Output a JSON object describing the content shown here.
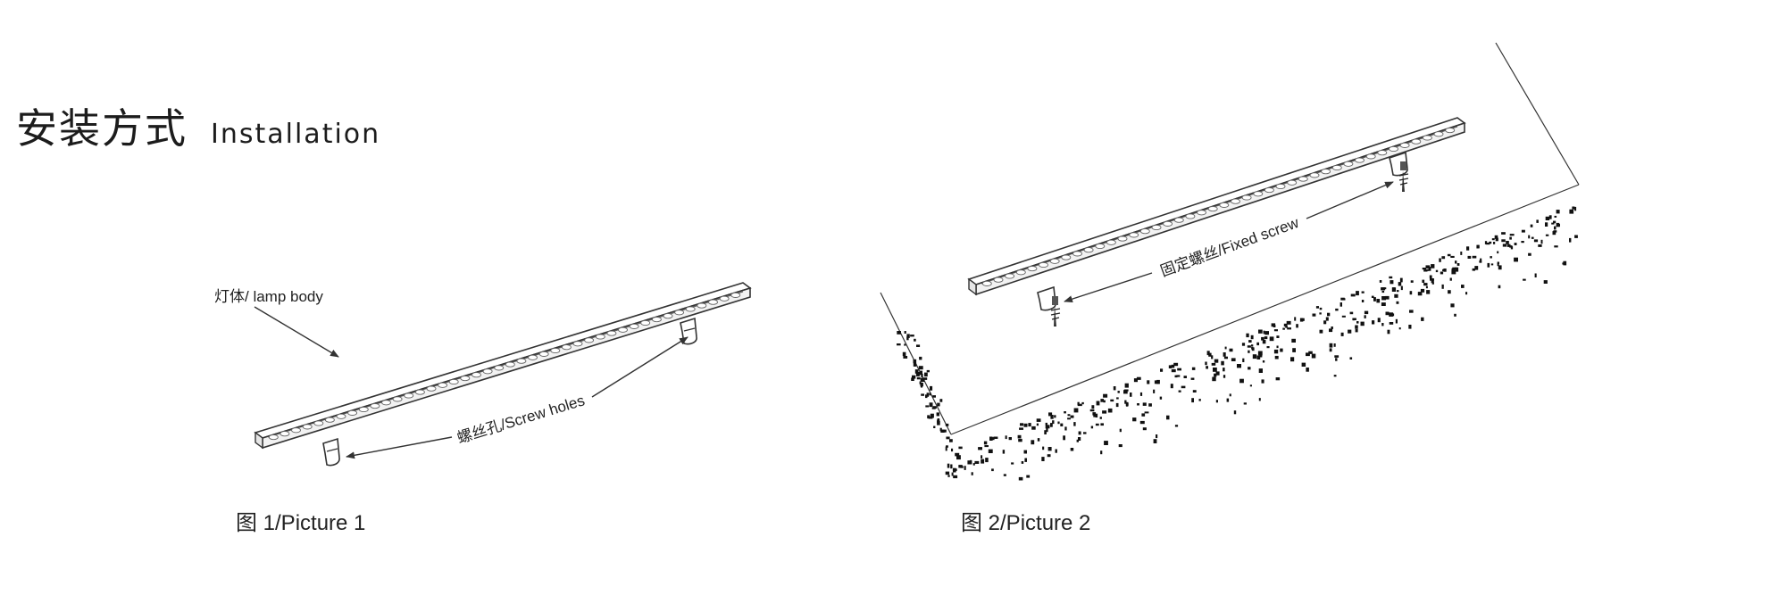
{
  "heading": {
    "title_cn": "安装方式",
    "title_en": "Installation"
  },
  "figure1": {
    "label_body": "灯体/ lamp body",
    "label_holes": "螺丝孔/Screw holes",
    "caption": "图 1/Picture 1"
  },
  "figure2": {
    "label_screw": "固定螺丝/Fixed screw",
    "caption": "图 2/Picture 2"
  },
  "colors": {
    "line": "#333333",
    "lamp_fill": "#ffffff",
    "hatch": "#111111"
  }
}
